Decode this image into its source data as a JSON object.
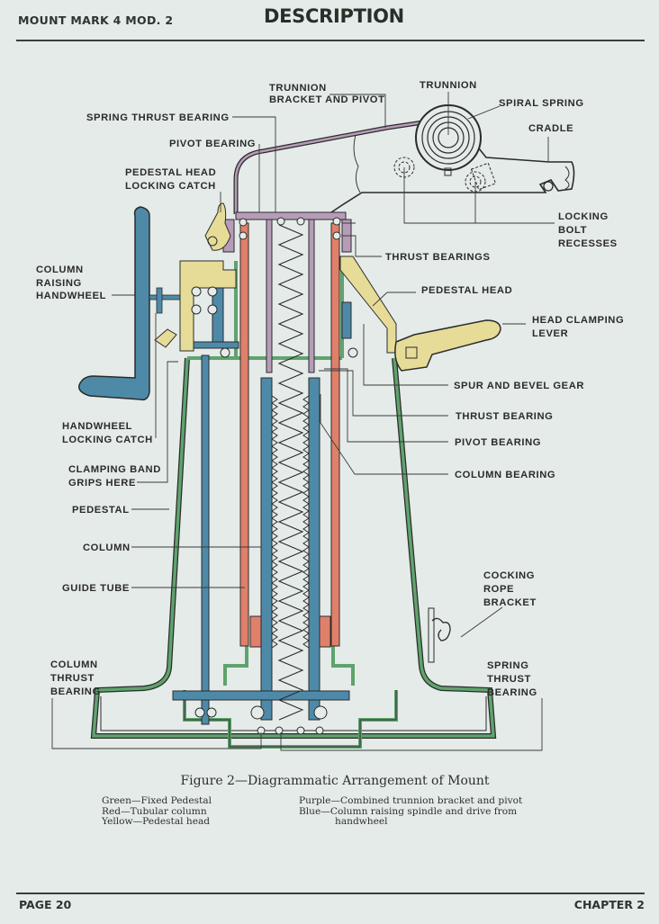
{
  "header": {
    "doc_id": "MOUNT MARK 4 MOD. 2",
    "section_title": "DESCRIPTION"
  },
  "footer": {
    "page": "PAGE 20",
    "chapter": "CHAPTER 2"
  },
  "figure": {
    "caption": "Figure 2—Diagrammatic Arrangement of Mount",
    "legend_left": [
      "Green—Fixed Pedestal",
      "Red—Tubular column",
      "Yellow—Pedestal head"
    ],
    "legend_right": [
      "Purple—Combined trunnion bracket and pivot",
      "Blue—Column raising spindle and drive from",
      "handwheel"
    ],
    "colors": {
      "green_fixed_pedestal": "#5fa36d",
      "red_tubular_column": "#e0806a",
      "yellow_pedestal_head": "#e6dc98",
      "purple_trunnion_bracket_pivot": "#b79cb9",
      "blue_spindle_drive": "#4e8aa8",
      "outline": "#2b2b2b",
      "background": "#e4ebe9"
    },
    "labels": {
      "trunnion_bracket_line1": "TRUNNION",
      "trunnion_bracket_line2": "BRACKET AND PIVOT",
      "trunnion": "TRUNNION",
      "spiral_spring": "SPIRAL SPRING",
      "cradle": "CRADLE",
      "spring_thrust_bearing_top": "SPRING THRUST BEARING",
      "pivot_bearing_top": "PIVOT BEARING",
      "pedestal_head_locking_catch_1": "PEDESTAL HEAD",
      "pedestal_head_locking_catch_2": "LOCKING CATCH",
      "locking_bolt_recesses_1": "LOCKING",
      "locking_bolt_recesses_2": "BOLT",
      "locking_bolt_recesses_3": "RECESSES",
      "thrust_bearings": "THRUST BEARINGS",
      "column_raising_handwheel_1": "COLUMN",
      "column_raising_handwheel_2": "RAISING",
      "column_raising_handwheel_3": "HANDWHEEL",
      "pedestal_head": "PEDESTAL HEAD",
      "head_clamping_lever_1": "HEAD CLAMPING",
      "head_clamping_lever_2": "LEVER",
      "spur_and_bevel_gear": "SPUR AND BEVEL GEAR",
      "thrust_bearing": "THRUST BEARING",
      "pivot_bearing": "PIVOT BEARING",
      "column_bearing": "COLUMN BEARING",
      "handwheel_locking_catch_1": "HANDWHEEL",
      "handwheel_locking_catch_2": "LOCKING CATCH",
      "clamping_band_1": "CLAMPING BAND",
      "clamping_band_2": "GRIPS HERE",
      "pedestal": "PEDESTAL",
      "column": "COLUMN",
      "guide_tube": "GUIDE TUBE",
      "cocking_rope_bracket_1": "COCKING",
      "cocking_rope_bracket_2": "ROPE",
      "cocking_rope_bracket_3": "BRACKET",
      "column_thrust_bearing_1": "COLUMN",
      "column_thrust_bearing_2": "THRUST",
      "column_thrust_bearing_3": "BEARING",
      "spring_thrust_bearing_bottom_1": "SPRING",
      "spring_thrust_bearing_bottom_2": "THRUST",
      "spring_thrust_bearing_bottom_3": "BEARING"
    }
  }
}
